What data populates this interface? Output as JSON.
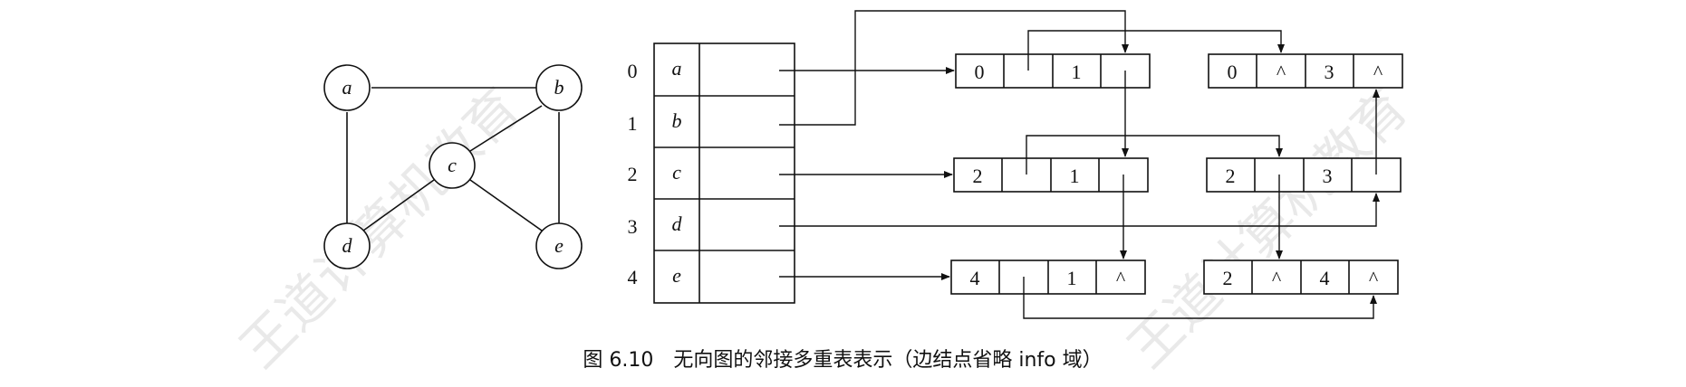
{
  "graph": {
    "vertices": [
      {
        "id": "a",
        "label": "a"
      },
      {
        "id": "b",
        "label": "b"
      },
      {
        "id": "c",
        "label": "c"
      },
      {
        "id": "d",
        "label": "d"
      },
      {
        "id": "e",
        "label": "e"
      }
    ],
    "edges": [
      [
        "a",
        "b"
      ],
      [
        "a",
        "d"
      ],
      [
        "b",
        "c"
      ],
      [
        "b",
        "e"
      ],
      [
        "c",
        "d"
      ],
      [
        "c",
        "e"
      ]
    ]
  },
  "vertex_table": {
    "indices": [
      "0",
      "1",
      "2",
      "3",
      "4"
    ],
    "data": [
      "a",
      "b",
      "c",
      "d",
      "e"
    ]
  },
  "edge_nodes": [
    {
      "id": "n01",
      "ivex": "0",
      "ilink": "",
      "jvex": "1",
      "jlink": ""
    },
    {
      "id": "n03",
      "ivex": "0",
      "ilink": "^",
      "jvex": "3",
      "jlink": "^"
    },
    {
      "id": "n21",
      "ivex": "2",
      "ilink": "",
      "jvex": "1",
      "jlink": ""
    },
    {
      "id": "n23",
      "ivex": "2",
      "ilink": "",
      "jvex": "3",
      "jlink": ""
    },
    {
      "id": "n41",
      "ivex": "4",
      "ilink": "",
      "jvex": "1",
      "jlink": "^"
    },
    {
      "id": "n24",
      "ivex": "2",
      "ilink": "^",
      "jvex": "4",
      "jlink": "^"
    }
  ],
  "caption": "图 6.10　无向图的邻接多重表表示（边结点省略 info 域）",
  "watermark": [
    "王道计算机教育",
    "王道计算机教育"
  ]
}
